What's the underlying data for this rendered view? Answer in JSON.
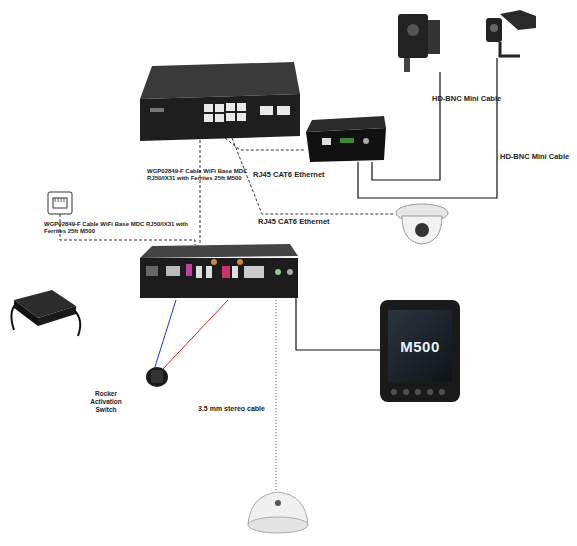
{
  "diagram": {
    "nodes": [
      {
        "text": [
          "M500"
        ]
      }
    ],
    "labels": [
      "HD-BNC Mini Cable",
      "HD-BNC Mini Cable",
      "WGP02849-F Cable WiFi Base MDC RJ50/IX31 with Ferrites 25ft M500",
      "RJ45 CAT6 Ethernet",
      "RJ45 CAT6 Ethernet",
      "WGP02849-F Cable WiFi Base MDC RJ50/IX31 with Ferrites 25ft M500",
      "Rocker Activation Switch",
      "3.5 mm stereo cable"
    ]
  }
}
